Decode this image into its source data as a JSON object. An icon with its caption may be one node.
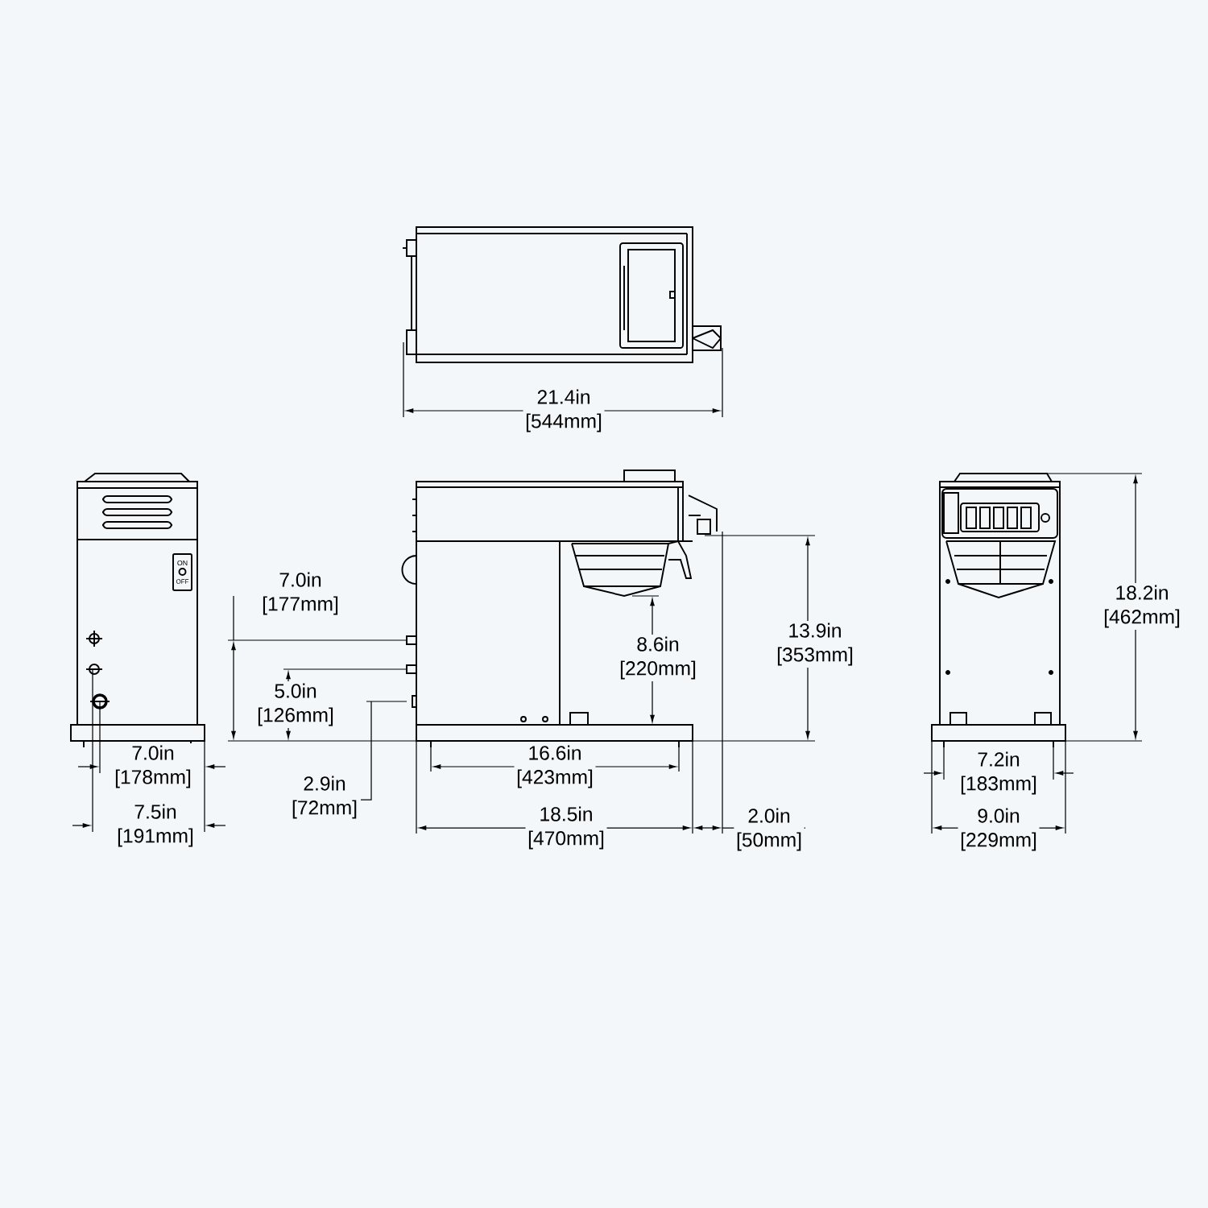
{
  "diagram": {
    "labels": [
      "21.4in [544mm]",
      "ON",
      "OFF",
      "7.0in [177mm]",
      "8.6in [220mm]",
      "13.9in [353mm]",
      "18.2in [462mm]",
      "5.0in [126mm]",
      "7.0in [178mm]",
      "16.6in [423mm]",
      "7.2in [183mm]",
      "2.9in [72mm]",
      "7.5in [191mm]",
      "18.5in [470mm]",
      "2.0in [50mm]",
      "9.0in [229mm]"
    ]
  }
}
